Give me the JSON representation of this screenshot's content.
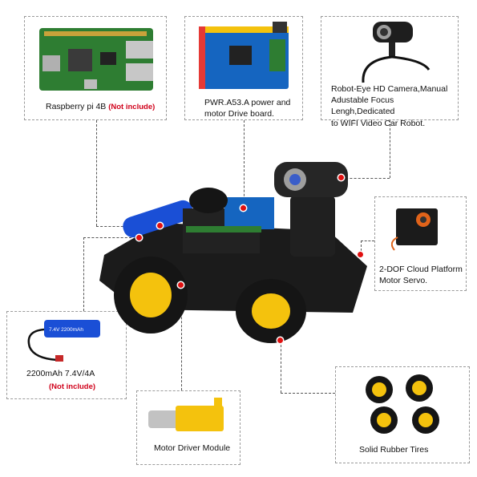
{
  "callouts": {
    "raspberry_pi": {
      "label": "Raspberry pi 4B",
      "note": "(Not include)"
    },
    "power_board": {
      "line1": "PWR.A53.A power and",
      "line2": "motor Drive board."
    },
    "camera": {
      "line1": "Robot-Eye HD Camera,Manual",
      "line2": "Adustable Focus Lengh,Dedicated",
      "line3": "to WIFI Video Car Robot."
    },
    "servo": {
      "line1": "2-DOF Cloud Platform",
      "line2": "Motor Servo."
    },
    "battery": {
      "label": "2200mAh 7.4V/4A",
      "note": "(Not include)",
      "pack_text": "7.4V 2200mAh"
    },
    "motor": {
      "label": "Motor Driver Module"
    },
    "tires": {
      "label": "Solid Rubber Tires"
    }
  },
  "colors": {
    "note_red": "#d0021b",
    "pi_green": "#2e7d32",
    "board_blue": "#1565c0",
    "tire_yellow": "#f4c20d",
    "chassis": "#1b1b1b",
    "battery_blue": "#1a4fd6"
  }
}
